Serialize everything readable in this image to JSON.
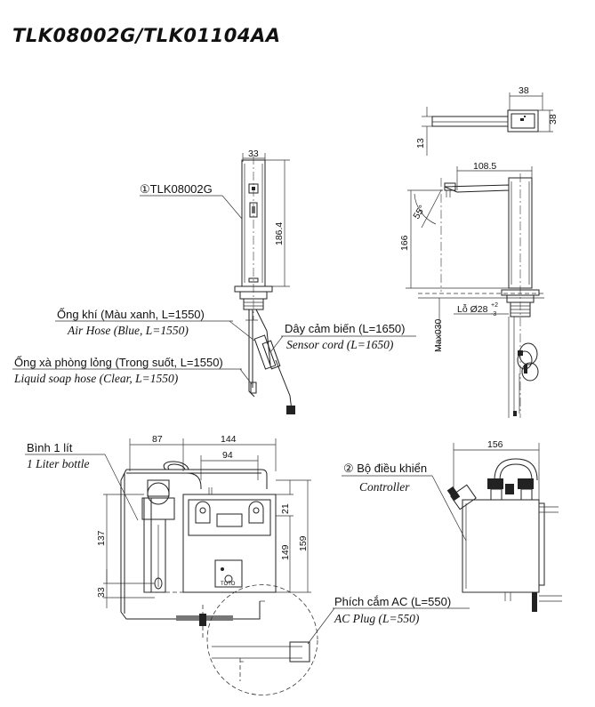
{
  "title": "TLK08002G/TLK01104AA",
  "faucet_front": {
    "ref_label": "①TLK08002G",
    "dim_width": "33",
    "dim_height": "186.4"
  },
  "faucet_top": {
    "dim_width": "38",
    "dim_height": "38",
    "dim_offset": "13"
  },
  "faucet_side": {
    "dim_reach": "108.5",
    "dim_angle": "55°",
    "dim_height": "166",
    "dim_hole": "Lỗ Ø28",
    "dim_hole_tol_upper": "+2",
    "dim_hole_tol_lower": "-3",
    "dim_max_deck": "Max030"
  },
  "hoses": {
    "air_hose_vi": "Ống khí (Màu xanh, L=1550)",
    "air_hose_en": "Air Hose (Blue, L=1550)",
    "sensor_cord_vi": "Dây cảm biến (L=1650)",
    "sensor_cord_en": "Sensor cord (L=1650)",
    "soap_hose_vi": "Ống xà phòng lỏng (Trong suốt, L=1550)",
    "soap_hose_en": "Liquid soap hose (Clear, L=1550)"
  },
  "tank_front": {
    "bottle_vi": "Bình 1 lít",
    "bottle_en": "1 Liter bottle",
    "dim_87": "87",
    "dim_144": "144",
    "dim_94": "94",
    "dim_21": "21",
    "dim_137": "137",
    "dim_149": "149",
    "dim_159": "159",
    "dim_33": "33",
    "brand_mark": "TOTO"
  },
  "controller": {
    "ref_label_vi": "② Bộ điều khiển",
    "label_en": "Controller",
    "dim_width": "156",
    "ac_plug_vi": "Phích cắm AC (L=550)",
    "ac_plug_en": "AC Plug (L=550)"
  }
}
